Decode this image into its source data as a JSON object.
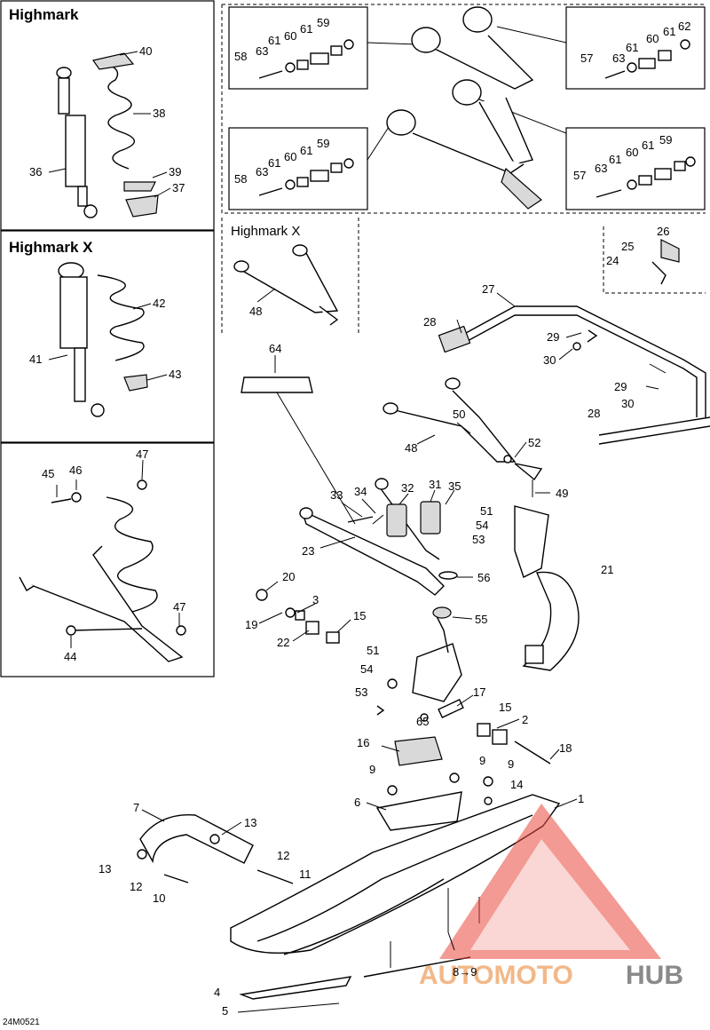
{
  "panels": {
    "highmark": "Highmark",
    "highmark_x": "Highmark X",
    "highmark_x_arm": "Highmark X"
  },
  "diagram_code": "24M0521",
  "watermark": {
    "part_a": "AUTOMOTO",
    "part_b": "HUB",
    "accent_color": "#e8473a",
    "text_color": "#f2b889",
    "text_color_b": "#8a8a8a"
  },
  "callouts": {
    "p40": "40",
    "p38": "38",
    "p36": "36",
    "p39": "39",
    "p37": "37",
    "p42": "42",
    "p41": "41",
    "p43": "43",
    "p45": "45",
    "p46": "46",
    "p47a": "47",
    "p47b": "47",
    "p44": "44",
    "tl59": "59",
    "tl61a": "61",
    "tl60": "60",
    "tl61b": "61",
    "tl58": "58",
    "tl63": "63",
    "tr62": "62",
    "tr61a": "61",
    "tr60": "60",
    "tr61b": "61",
    "tr57": "57",
    "tr63": "63",
    "bl59": "59",
    "bl61a": "61",
    "bl60": "60",
    "bl61b": "61",
    "bl58": "58",
    "bl63": "63",
    "br59": "59",
    "br61a": "61",
    "br60": "60",
    "br61b": "61",
    "br57": "57",
    "br63": "63",
    "p48a": "48",
    "p26": "26",
    "p25": "25",
    "p24": "24",
    "p27": "27",
    "p28a": "28",
    "p29a": "29",
    "p30a": "30",
    "p29b": "29",
    "p30b": "30",
    "p28b": "28",
    "p64": "64",
    "p50": "50",
    "p48b": "48",
    "p52": "52",
    "p49": "49",
    "p33": "33",
    "p34": "34",
    "p32": "32",
    "p31": "31",
    "p35": "35",
    "p51a": "51",
    "p54a": "54",
    "p53a": "53",
    "p23": "23",
    "p56": "56",
    "p21": "21",
    "p20": "20",
    "p3": "3",
    "p19": "19",
    "p15a": "15",
    "p22": "22",
    "p55": "55",
    "p51b": "51",
    "p54b": "54",
    "p53b": "53",
    "p17": "17",
    "p65": "65",
    "p15b": "15",
    "p2": "2",
    "p18": "18",
    "p16": "16",
    "p9a": "9",
    "p9b": "9",
    "p9c": "9",
    "p14": "14",
    "p6": "6",
    "p1": "1",
    "p7": "7",
    "p13a": "13",
    "p13b": "13",
    "p12a": "12",
    "p12b": "12",
    "p11": "11",
    "p10": "10",
    "p89": "8→9",
    "p4": "4",
    "p5": "5"
  }
}
